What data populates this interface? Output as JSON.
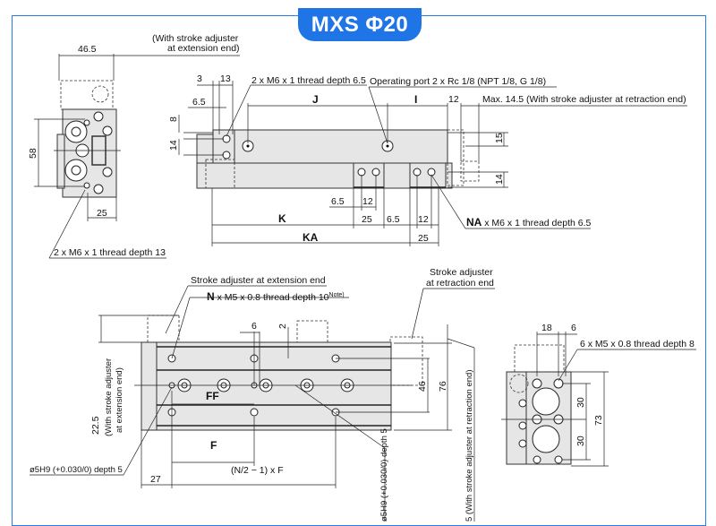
{
  "title": "MXS Φ20",
  "end_view_left": {
    "note_stroke_ext": [
      "(With stroke adjuster",
      "at extension end)"
    ],
    "dim_width": "46.5",
    "dim_height": "58",
    "dim_bottom": "25",
    "thread_note": "2 x M6 x 1 thread depth 13"
  },
  "side_view": {
    "dim_3": "3",
    "dim_13": "13",
    "dim_6_5": "6.5",
    "dim_8": "8",
    "dim_14_left": "14",
    "thread_note": "2 x M6 x 1 thread depth 6.5",
    "port_note": "Operating port 2 x Rc 1/8 (NPT 1/8, G 1/8)",
    "dim_J": "J",
    "dim_I": "I",
    "dim_12_top": "12",
    "max_note": "Max. 14.5 (With stroke adjuster at retraction end)",
    "dim_15": "15",
    "dim_14_right": "14",
    "dim_6_5_b": "6.5",
    "dim_12_b": "12",
    "dim_K": "K",
    "dim_25_a": "25",
    "dim_6_5_c": "6.5",
    "dim_12_c": "12",
    "dim_KA": "KA",
    "dim_25_b": "25",
    "na_bold": "NA",
    "na_note": " x M6 x 1 thread depth 6.5"
  },
  "plan_view": {
    "stroke_ext_label": "Stroke adjuster at extension end",
    "n_bold": "N",
    "n_note": " x M5 x 0.8 thread depth 10",
    "note_sup": "Note)",
    "stroke_ret_label": [
      "Stroke adjuster",
      "at retraction end"
    ],
    "dim_6": "6",
    "dim_2": "2",
    "dim_46": "46",
    "dim_76": "76",
    "dim_FF": "FF",
    "dim_F": "F",
    "dim_22_5": "22.5",
    "vert_note_ext": [
      "(With stroke adjuster",
      "at extension end)"
    ],
    "pin_note": "ø5H9 (+0.030/0) depth 5",
    "dim_27": "27",
    "formula": "(N/2 − 1) x F",
    "vert_pin_note": "ø5H9 (+0.030/0) depth 5",
    "vert_note_ret": "5 (With stroke adjuster at retraction end)"
  },
  "end_view_right": {
    "dim_18": "18",
    "dim_6": "6",
    "thread_note": "6 x M5 x 0.8 thread depth 8",
    "dim_30_a": "30",
    "dim_30_b": "30",
    "dim_73": "73"
  }
}
